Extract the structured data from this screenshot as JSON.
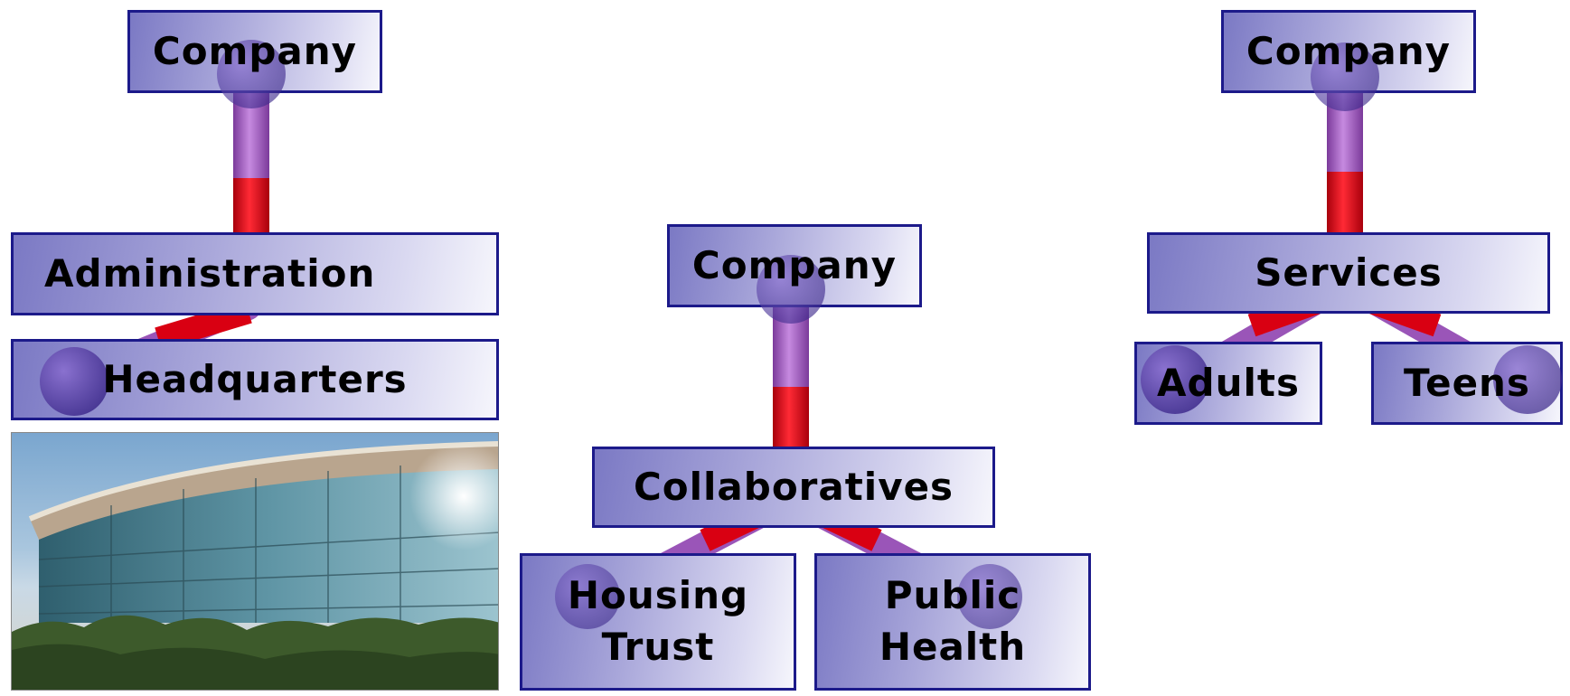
{
  "diagram_1": {
    "root": "Company",
    "child": "Administration",
    "grandchild": "Headquarters"
  },
  "diagram_2": {
    "root": "Company",
    "child": "Collaboratives",
    "leaf_left": "Housing\nTrust",
    "leaf_right": "Public\nHealth"
  },
  "diagram_3": {
    "root": "Company",
    "child": "Services",
    "leaf_left": "Adults",
    "leaf_right": "Teens"
  },
  "colors": {
    "node_border": "#1c1a8a",
    "connector_purple": "#9a55b8",
    "connector_red": "#d90012",
    "ball": "#5a3ea8"
  },
  "icons": {
    "photo": "office-building-photo"
  }
}
